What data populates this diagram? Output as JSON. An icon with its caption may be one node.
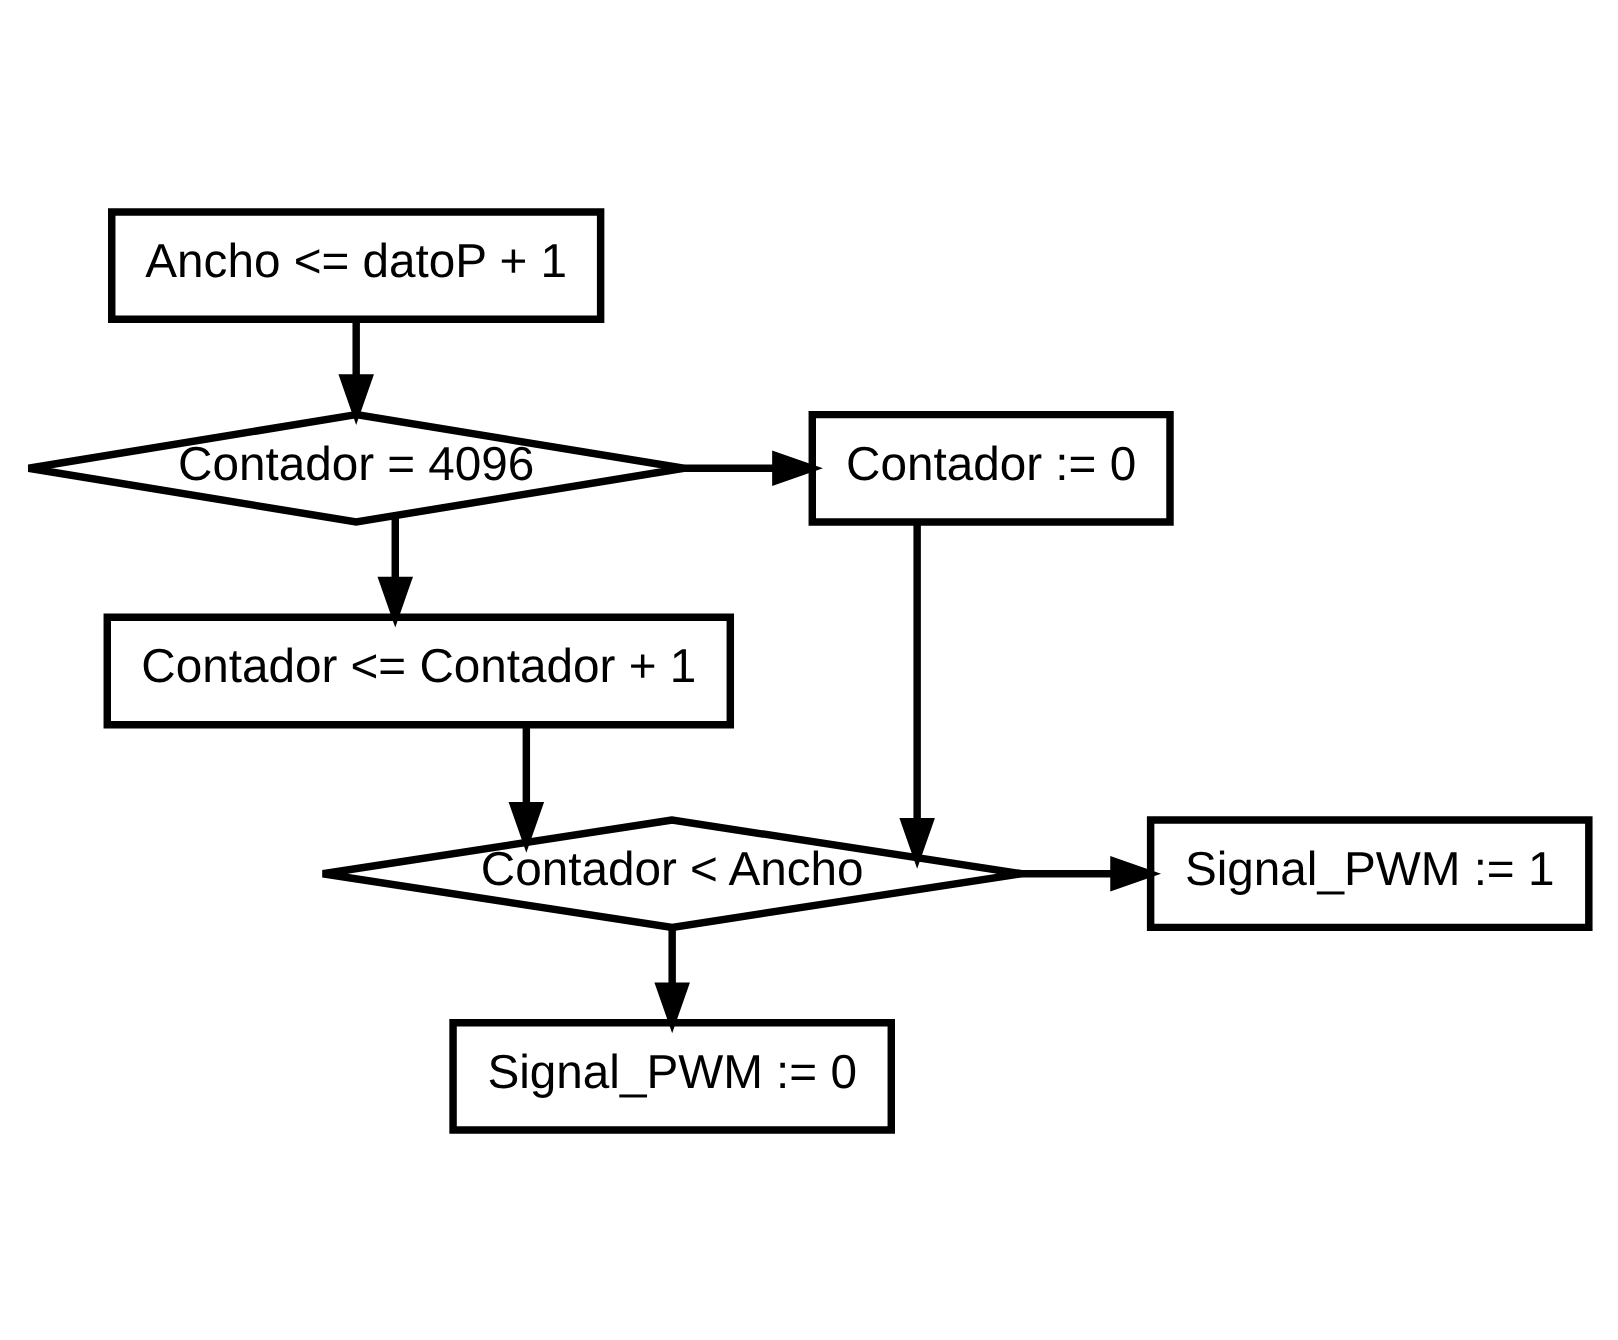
{
  "diagram": {
    "nodes": [
      {
        "text": [
          "Ancho <= datoP + 1"
        ]
      },
      {
        "text": [
          "Contador = 4096"
        ]
      },
      {
        "text": [
          "Contador := 0"
        ]
      },
      {
        "text": [
          "Contador <= Contador + 1"
        ]
      },
      {
        "text": [
          "Contador < Ancho"
        ]
      },
      {
        "text": [
          "Signal_PWM := 1"
        ]
      },
      {
        "text": [
          "Signal_PWM := 0"
        ]
      }
    ],
    "edges": [
      {
        "from": 0,
        "to": 1,
        "arrow": "to"
      },
      {
        "from": 1,
        "to": 2,
        "arrow": "to"
      },
      {
        "from": 1,
        "to": 3,
        "arrow": "to"
      },
      {
        "from": 3,
        "to": 4,
        "arrow": "to"
      },
      {
        "from": 2,
        "to": 4,
        "arrow": "to"
      },
      {
        "from": 4,
        "to": 5,
        "arrow": "to"
      },
      {
        "from": 4,
        "to": 6,
        "arrow": "to"
      }
    ]
  }
}
